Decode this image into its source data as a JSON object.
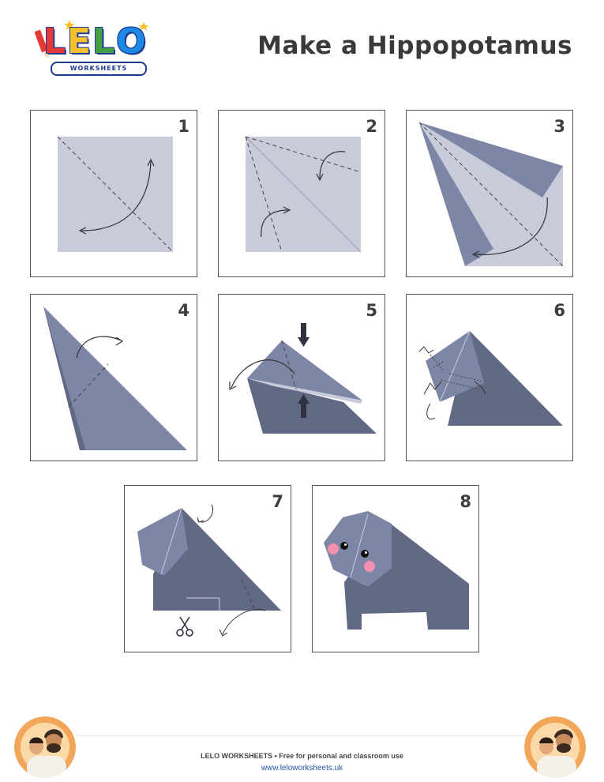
{
  "header": {
    "logo_letters": [
      "L",
      "E",
      "L",
      "O"
    ],
    "logo_subtitle": "WORKSHEETS",
    "title": "Make a Hippopotamus"
  },
  "steps": [
    {
      "number": "1"
    },
    {
      "number": "2"
    },
    {
      "number": "3"
    },
    {
      "number": "4"
    },
    {
      "number": "5"
    },
    {
      "number": "6"
    },
    {
      "number": "7"
    },
    {
      "number": "8"
    }
  ],
  "footer": {
    "line1": "LELO WORKSHEETS  •  Free for personal and classroom use",
    "url": "www.leloworksheets.uk"
  },
  "colors": {
    "paper_light": "#c8ccda",
    "paper_mid": "#7e86a6",
    "paper_dark": "#626984",
    "logo": [
      "#e53935",
      "#fbc02d",
      "#43a047",
      "#1e88e5"
    ],
    "outline": "#1f3a93"
  },
  "icons": {
    "scissors": "scissors-icon",
    "star": "star-icon",
    "pencil": "pencil-icon"
  }
}
